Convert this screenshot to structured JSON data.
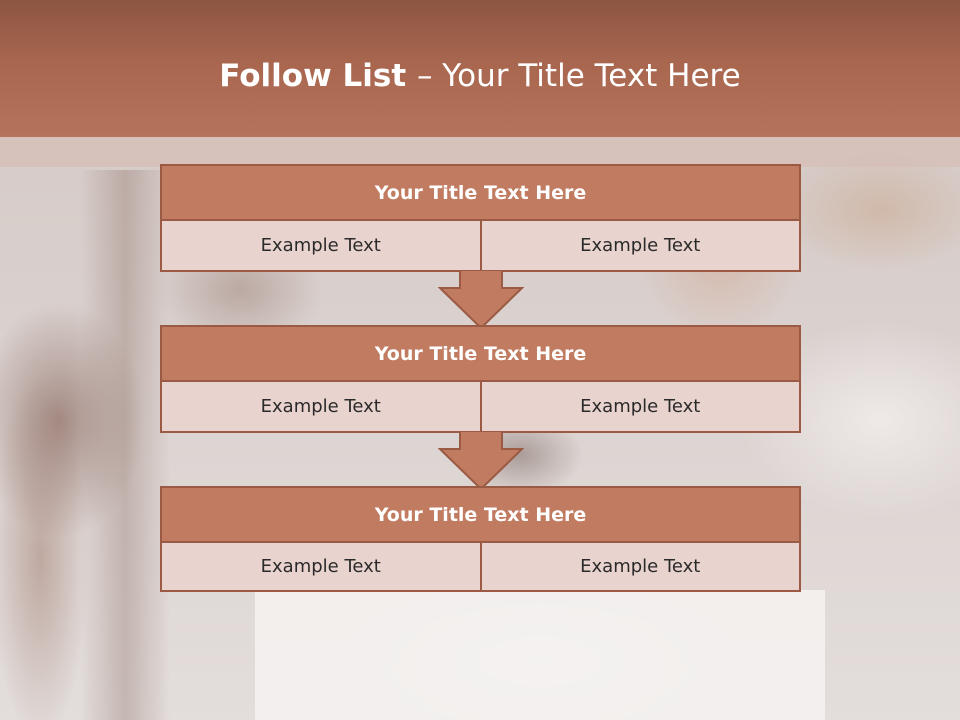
{
  "slide": {
    "title_bold": "Follow List ",
    "title_dash": " – ",
    "title_rest": "Your Title Text Here"
  },
  "blocks": [
    {
      "title": "Your Title Text Here",
      "left": "Example Text",
      "right": "Example Text"
    },
    {
      "title": "Your Title Text Here",
      "left": "Example Text",
      "right": "Example Text"
    },
    {
      "title": "Your Title Text Here",
      "left": "Example Text",
      "right": "Example Text"
    }
  ],
  "colors": {
    "header": "#a8664f",
    "block_title": "#c07b61",
    "block_cell": "#e8d3ce",
    "border": "#9a5a43"
  },
  "icons": [
    "down-arrow-icon",
    "down-arrow-icon"
  ]
}
